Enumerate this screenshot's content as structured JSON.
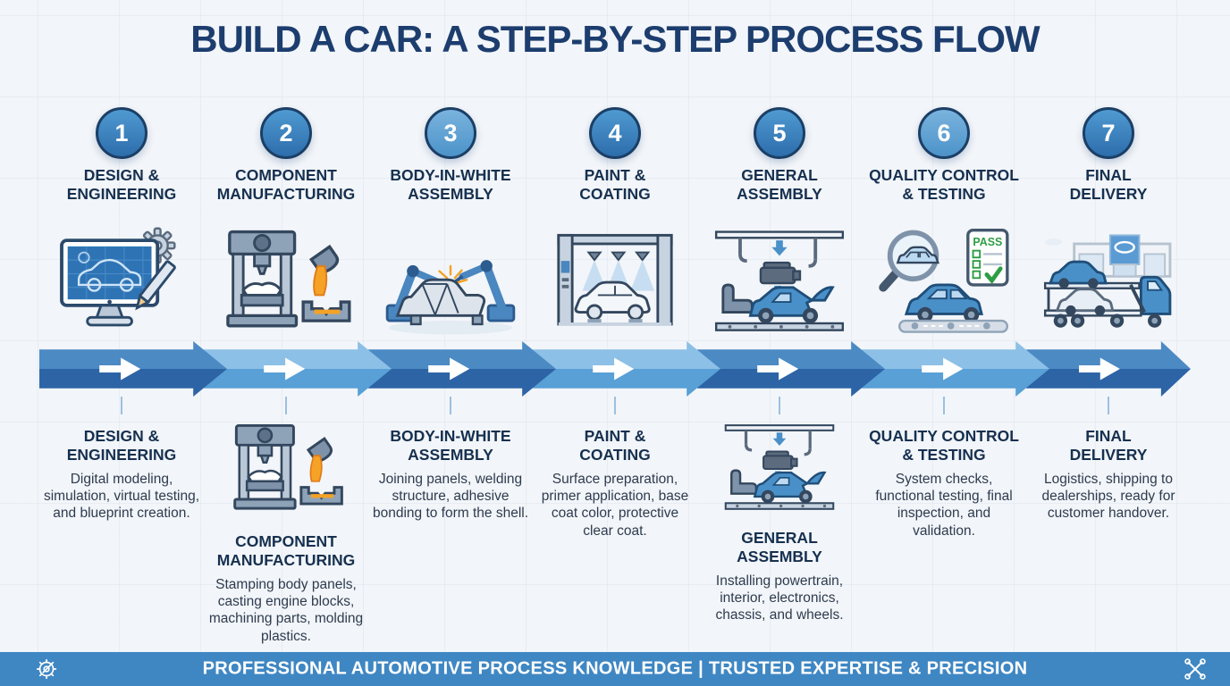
{
  "title": "BUILD A CAR: A STEP-BY-STEP PROCESS FLOW",
  "steps": [
    {
      "number": "1",
      "label": "DESIGN &\nENGINEERING",
      "heading": "DESIGN &\nENGINEERING",
      "description": "Digital modeling, simulation, virtual testing, and blueprint creation.",
      "icon": "computer-blueprint-icon"
    },
    {
      "number": "2",
      "label": "COMPONENT\nMANUFACTURING",
      "heading": "COMPONENT\nMANUFACTURING",
      "description": "Stamping body panels, casting engine blocks, machining parts, molding plastics.",
      "icon": "stamping-press-icon"
    },
    {
      "number": "3",
      "label": "BODY-IN-WHITE\nASSEMBLY",
      "heading": "BODY-IN-WHITE\nASSEMBLY",
      "description": "Joining panels, welding structure, adhesive bonding to form the shell.",
      "icon": "welding-robots-icon"
    },
    {
      "number": "4",
      "label": "PAINT &\nCOATING",
      "heading": "PAINT &\nCOATING",
      "description": "Surface preparation, primer application, base coat color, protective clear coat.",
      "icon": "paint-booth-icon"
    },
    {
      "number": "5",
      "label": "GENERAL\nASSEMBLY",
      "heading": "GENERAL\nASSEMBLY",
      "description": "Installing powertrain, interior, electronics, chassis, and wheels.",
      "icon": "assembly-line-icon"
    },
    {
      "number": "6",
      "label": "QUALITY CONTROL\n& TESTING",
      "heading": "QUALITY CONTROL\n& TESTING",
      "description": "System checks, functional testing, final inspection, and validation.",
      "icon": "inspection-magnifier-icon",
      "badge": "PASS"
    },
    {
      "number": "7",
      "label": "FINAL\nDELIVERY",
      "heading": "FINAL\nDELIVERY",
      "description": "Logistics, shipping to dealerships, ready for customer handover.",
      "icon": "car-carrier-truck-icon"
    }
  ],
  "footer": {
    "text": "PROFESSIONAL AUTOMOTIVE PROCESS KNOWLEDGE  |  TRUSTED EXPERTISE & PRECISION",
    "left_icon": "gear-wrench-icon",
    "right_icon": "crossed-wrenches-icon"
  },
  "colors": {
    "title_navy": "#1c3d6e",
    "heading_navy": "#16304f",
    "body_text": "#2e3b4e",
    "arrow_dark": "#2d64a6",
    "arrow_light": "#58a0d6",
    "circle_fill": "#3a86c2",
    "footer_bar": "#3f87c3",
    "molten_orange": "#f5a226",
    "pass_green": "#2e9e44"
  }
}
